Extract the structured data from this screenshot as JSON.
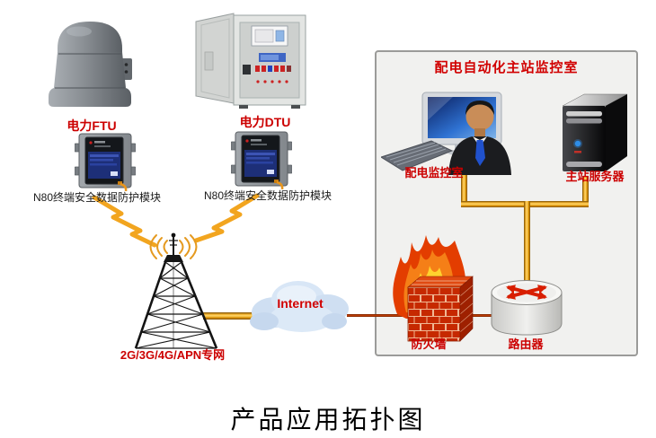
{
  "diagram": {
    "caption": "产品应用拓扑图",
    "field_devices": {
      "ftu_label": "电力FTU",
      "dtu_label": "电力DTU",
      "n80_left_label": "N80终端安全数据防护模块",
      "n80_right_label": "N80终端安全数据防护模块"
    },
    "network": {
      "tower_label": "2G/3G/4G/APN专网",
      "internet_label": "Internet"
    },
    "station": {
      "title": "配电自动化主站监控室",
      "workstation_label": "配电监控室",
      "server_label": "主站服务器",
      "firewall_label": "防火墙",
      "router_label": "路由器"
    },
    "colors": {
      "label_red": "#cc0000",
      "title_red": "#d10000",
      "link_amber": "#e89b00",
      "link_dark_red": "#8a2200",
      "station_box_bg": "#f1f1ef",
      "station_box_border": "#9b9b99"
    }
  }
}
